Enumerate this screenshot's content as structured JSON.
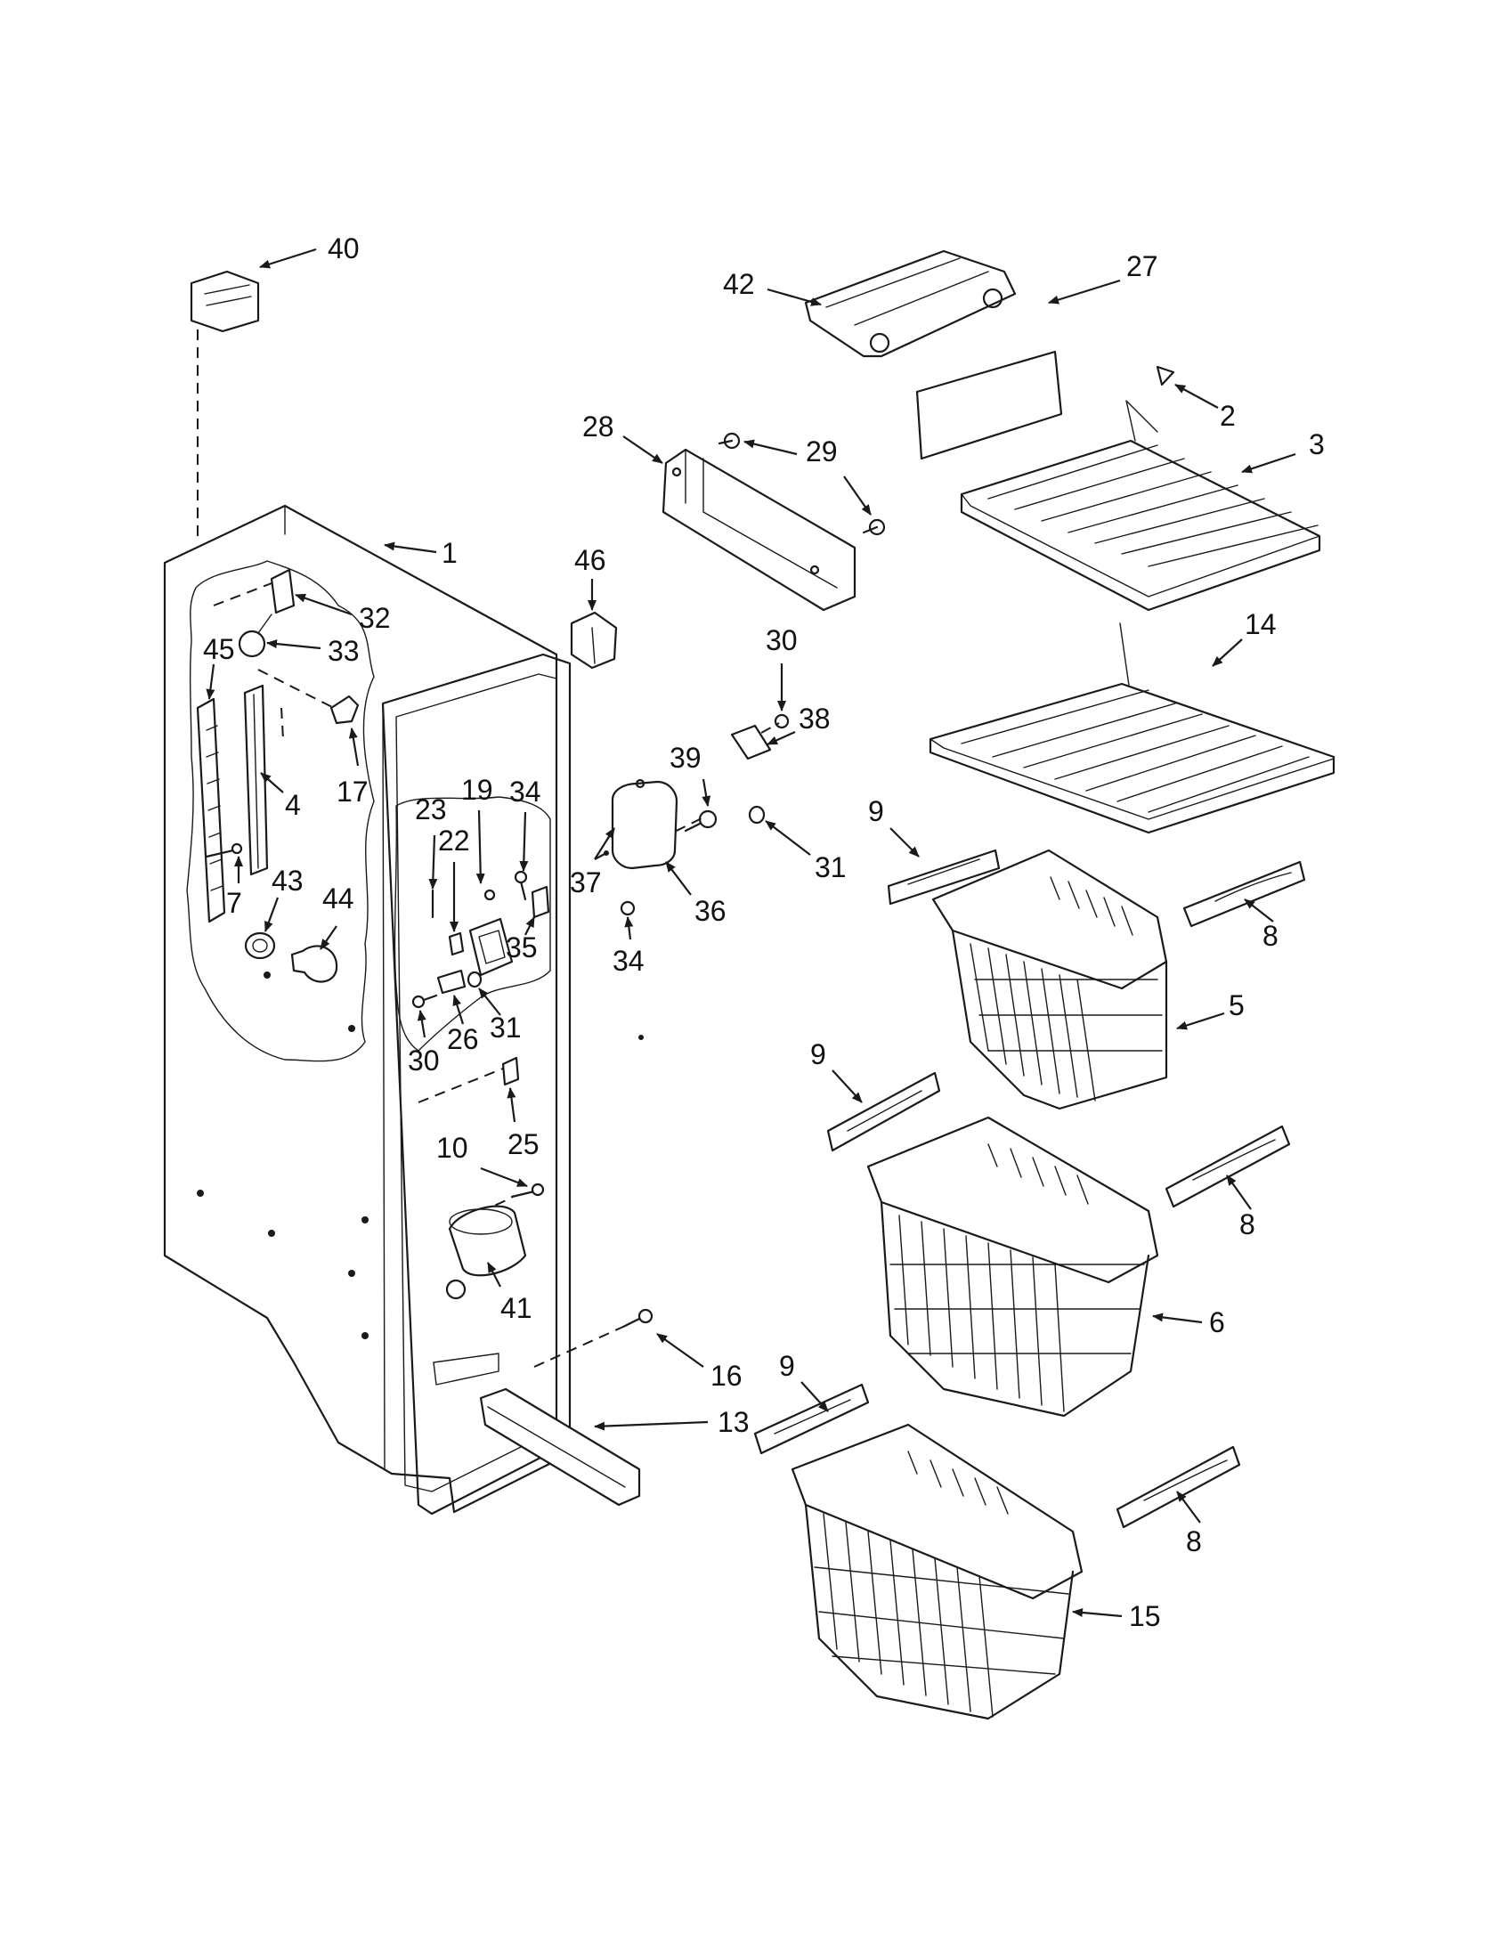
{
  "diagram": {
    "ink_color": "#1a1a1a",
    "background": "#ffffff",
    "callouts": [
      {
        "id": "c40",
        "label": "40"
      },
      {
        "id": "c1",
        "label": "1"
      },
      {
        "id": "c32",
        "label": "32"
      },
      {
        "id": "c33",
        "label": "33"
      },
      {
        "id": "c45",
        "label": "45"
      },
      {
        "id": "c4",
        "label": "4"
      },
      {
        "id": "c17",
        "label": "17"
      },
      {
        "id": "c7",
        "label": "7"
      },
      {
        "id": "c43",
        "label": "43"
      },
      {
        "id": "c44",
        "label": "44"
      },
      {
        "id": "c23",
        "label": "23"
      },
      {
        "id": "c22",
        "label": "22"
      },
      {
        "id": "c19",
        "label": "19"
      },
      {
        "id": "c34a",
        "label": "34"
      },
      {
        "id": "c26",
        "label": "26"
      },
      {
        "id": "c31a",
        "label": "31"
      },
      {
        "id": "c35",
        "label": "35"
      },
      {
        "id": "c30a",
        "label": "30"
      },
      {
        "id": "c25",
        "label": "25"
      },
      {
        "id": "c10",
        "label": "10"
      },
      {
        "id": "c41",
        "label": "41"
      },
      {
        "id": "c16",
        "label": "16"
      },
      {
        "id": "c13",
        "label": "13"
      },
      {
        "id": "c46",
        "label": "46"
      },
      {
        "id": "c28",
        "label": "28"
      },
      {
        "id": "c29",
        "label": "29"
      },
      {
        "id": "c30b",
        "label": "30"
      },
      {
        "id": "c38",
        "label": "38"
      },
      {
        "id": "c39",
        "label": "39"
      },
      {
        "id": "c37",
        "label": "37"
      },
      {
        "id": "c36",
        "label": "36"
      },
      {
        "id": "c34b",
        "label": "34"
      },
      {
        "id": "c31b",
        "label": "31"
      },
      {
        "id": "c42",
        "label": "42"
      },
      {
        "id": "c27",
        "label": "27"
      },
      {
        "id": "c2",
        "label": "2"
      },
      {
        "id": "c3",
        "label": "3"
      },
      {
        "id": "c14",
        "label": "14"
      },
      {
        "id": "c9a",
        "label": "9"
      },
      {
        "id": "c8a",
        "label": "8"
      },
      {
        "id": "c5",
        "label": "5"
      },
      {
        "id": "c9b",
        "label": "9"
      },
      {
        "id": "c8b",
        "label": "8"
      },
      {
        "id": "c6",
        "label": "6"
      },
      {
        "id": "c9c",
        "label": "9"
      },
      {
        "id": "c8c",
        "label": "8"
      },
      {
        "id": "c15",
        "label": "15"
      }
    ]
  }
}
